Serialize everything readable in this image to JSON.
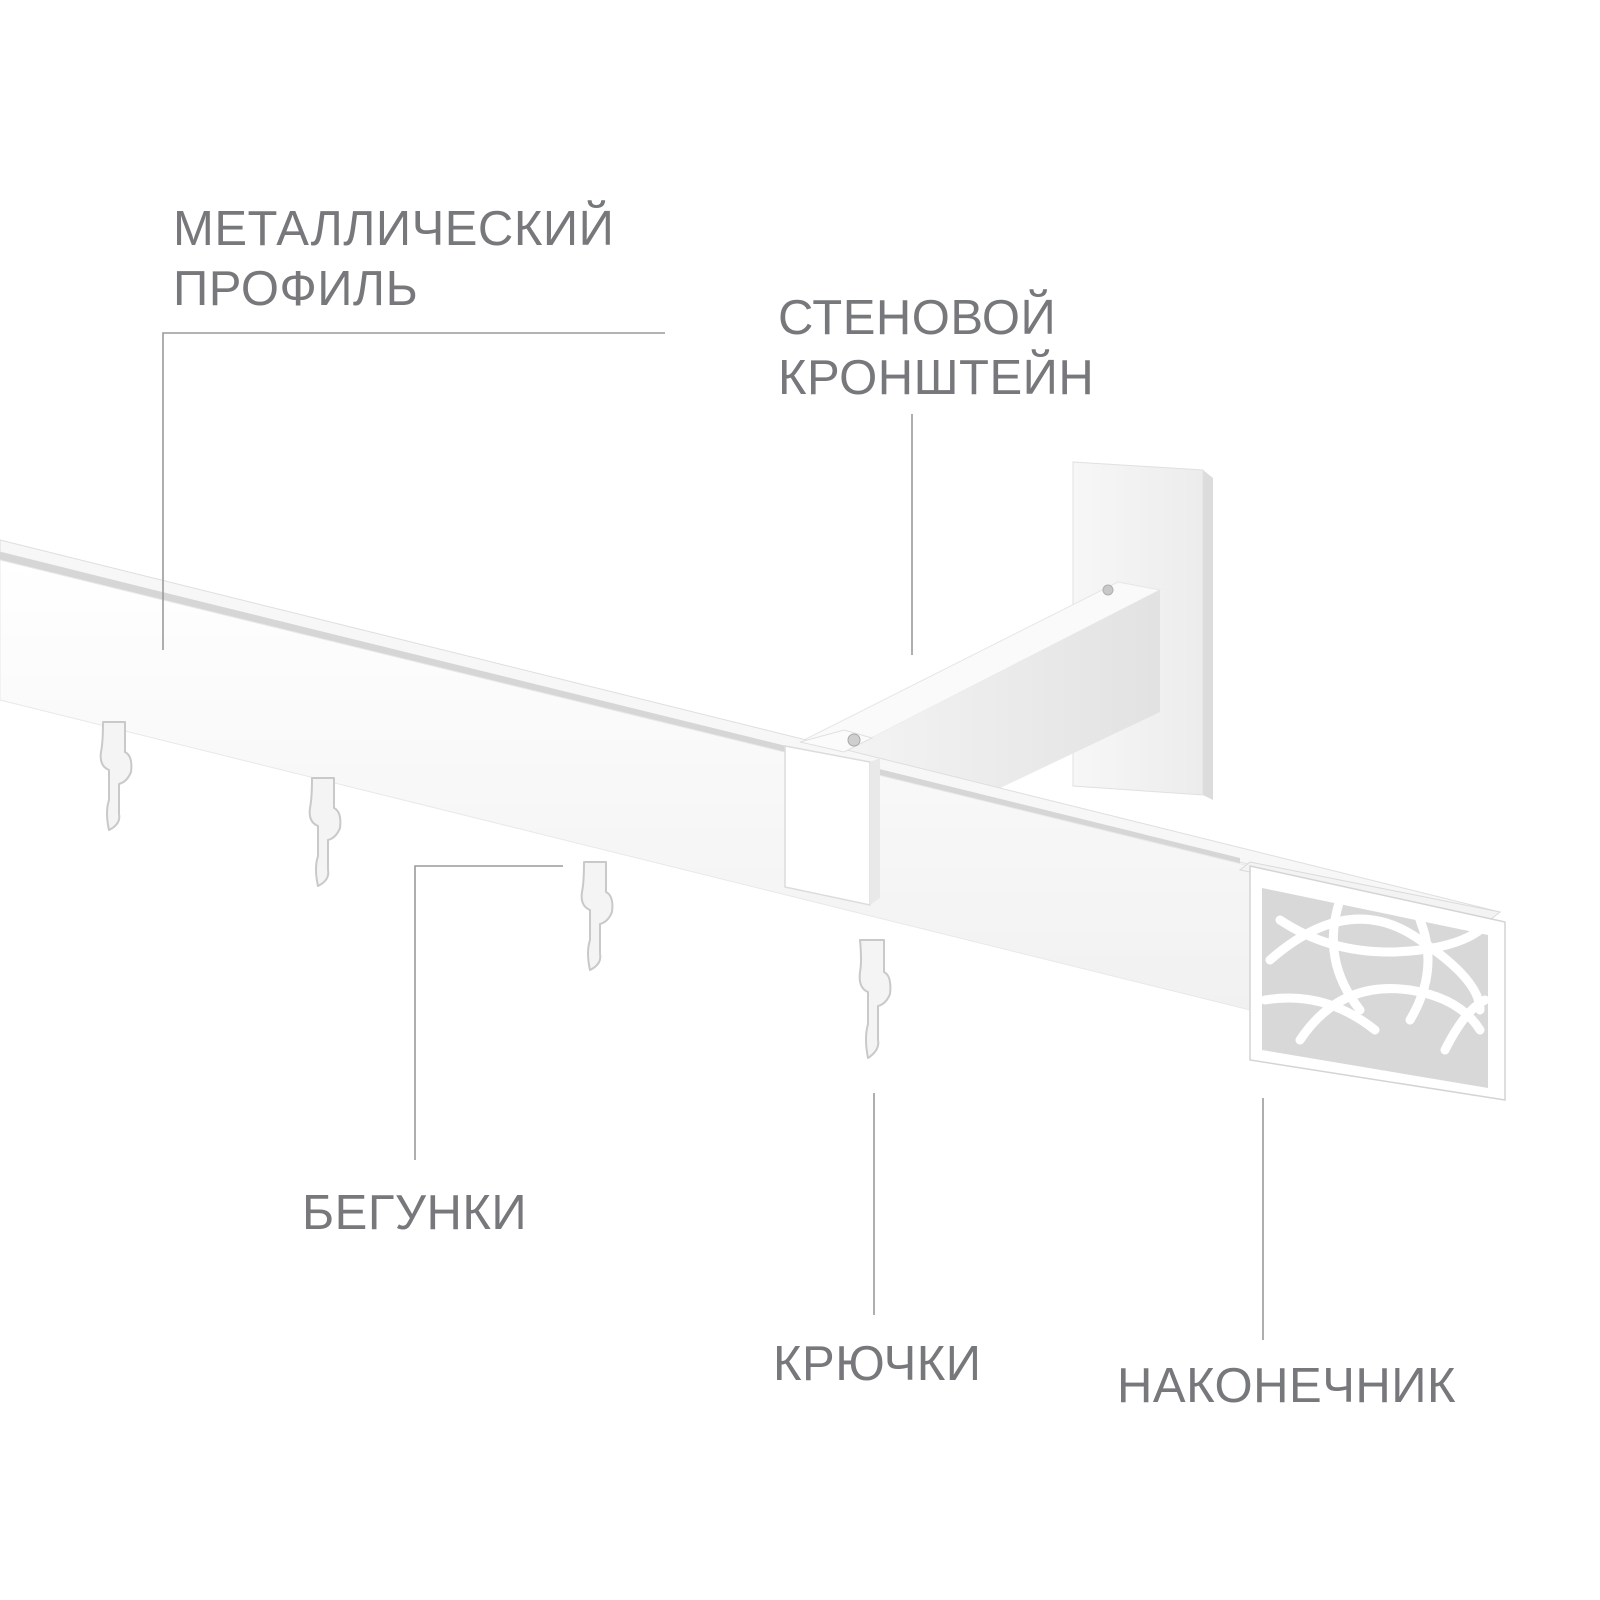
{
  "colors": {
    "label_text": "#77787b",
    "leader_line": "#9a9a9a",
    "rod_white": "#ffffff",
    "rod_shadow": "#e6e6e6",
    "rod_edge": "#cfcfcf"
  },
  "labels": {
    "profile": [
      "МЕТАЛЛИЧЕСКИЙ",
      "ПРОФИЛЬ"
    ],
    "bracket": [
      "СТЕНОВОЙ",
      "КРОНШТЕЙН"
    ],
    "runners": [
      "БЕГУНКИ"
    ],
    "hooks": [
      "КРЮЧКИ"
    ],
    "finial": [
      "НАКОНЕЧНИК"
    ]
  }
}
